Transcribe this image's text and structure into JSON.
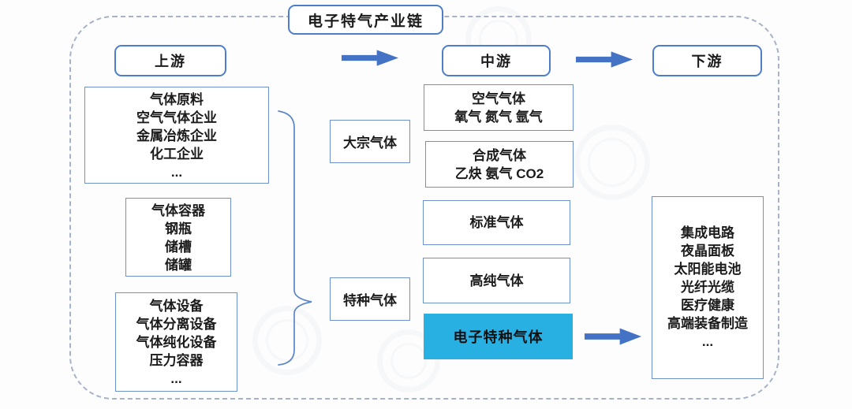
{
  "title": {
    "text": "电子特气产业链"
  },
  "headers": {
    "upstream": "上游",
    "midstream": "中游",
    "downstream": "下游"
  },
  "upstream": {
    "materials_box": {
      "lines": [
        "气体原料",
        "空气气体企业",
        "金属冶炼企业",
        "化工企业",
        "..."
      ]
    },
    "containers_box": {
      "lines": [
        "气体容器",
        "钢瓶",
        "储槽",
        "储罐"
      ]
    },
    "equipment_box": {
      "lines": [
        "气体设备",
        "气体分离设备",
        "气体纯化设备",
        "压力容器",
        "..."
      ]
    }
  },
  "midstream": {
    "bulk_label": "大宗气体",
    "specialty_label": "特种气体",
    "boxes": [
      {
        "lines": [
          "空气气体",
          "氧气 氮气 氩气"
        ],
        "highlight": false
      },
      {
        "lines": [
          "合成气体",
          "乙炔 氨气 CO2"
        ],
        "highlight": false
      },
      {
        "lines": [
          "标准气体"
        ],
        "highlight": false
      },
      {
        "lines": [
          "高纯气体"
        ],
        "highlight": false
      },
      {
        "lines": [
          "电子特种气体"
        ],
        "highlight": true
      }
    ]
  },
  "downstream": {
    "applications_box": {
      "lines": [
        "集成电路",
        "夜晶面板",
        "太阳能电池",
        "光纤光缆",
        "医疗健康",
        "高端装备制造",
        "..."
      ]
    }
  },
  "colors": {
    "box_border_blue": "#6c91cc",
    "header_border_blue": "#4e7ec9",
    "arrow_blue": "#4472c4",
    "highlight_cyan": "#29b0e3",
    "dashed_frame": "#a6b2c8",
    "brace_blue": "#5b85c9",
    "text": "#1b1b1b"
  }
}
